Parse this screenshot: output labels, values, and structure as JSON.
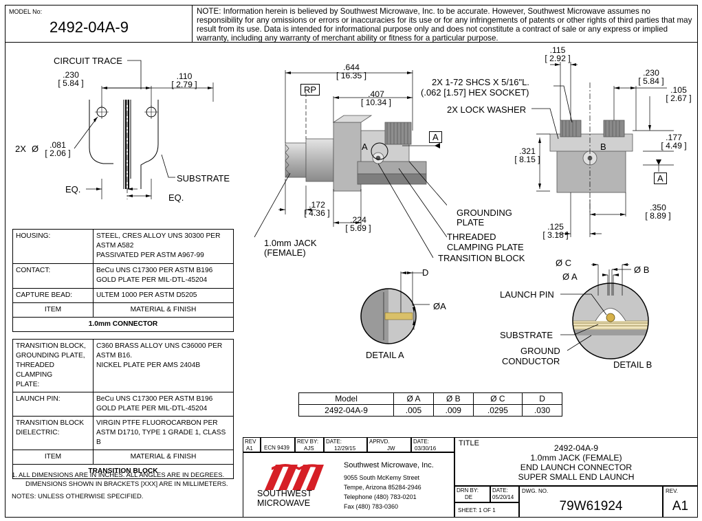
{
  "header": {
    "model_label": "MODEL No:",
    "model_number": "2492-04A-9",
    "note": "NOTE: Information herein is believed by Southwest Microwave, Inc. to be accurate. However, Southwest Microwave assumes no responsibility for any omissions or errors or inaccuracies for its use or for any infringements of patents or other rights of third parties that may result from its use.  Data is intended for informational purpose only and does not constitute a contract of sale or any express or implied warranty, including any warranty of merchant ability or fitness for a particular purpose."
  },
  "left_view": {
    "circuit_trace": "CIRCUIT TRACE",
    "dim_230_in": ".230",
    "dim_230_mm": "[ 5.84 ]",
    "dim_110_in": ".110",
    "dim_110_mm": "[ 2.79 ]",
    "hole_prefix": "2X",
    "hole_symbol": "Ø",
    "dim_081_in": ".081",
    "dim_081_mm": "[ 2.06 ]",
    "substrate": "SUBSTRATE",
    "eq_1": "EQ.",
    "eq_2": "EQ."
  },
  "center_view": {
    "dim_644_in": ".644",
    "dim_644_mm": "[ 16.35 ]",
    "dim_407_in": ".407",
    "dim_407_mm": "[ 10.34 ]",
    "rp": "RP",
    "datum_a_box": "A",
    "label_a": "A",
    "dim_172_in": ".172",
    "dim_172_mm": "[ 4.36 ]",
    "dim_224_in": ".224",
    "dim_224_mm": "[ 5.69 ]",
    "jack_1": "1.0mm JACK",
    "jack_2": "(FEMALE)",
    "grounding_1": "GROUNDING",
    "grounding_2": "PLATE",
    "threaded_1": "THREADED",
    "threaded_2": "CLAMPING PLATE",
    "transition_block": "TRANSITION BLOCK"
  },
  "right_view": {
    "dim_115_in": ".115",
    "dim_115_mm": "[ 2.92 ]",
    "shcs_1": "2X 1-72 SHCS X 5/16\"L.",
    "shcs_2": "(.062 [1.57] HEX SOCKET)",
    "lock_washer": "2X LOCK WASHER",
    "dim_230_in": ".230",
    "dim_230_mm": "[ 5.84 ]",
    "dim_105_in": ".105",
    "dim_105_mm": "[ 2.67 ]",
    "dim_321_in": ".321",
    "dim_321_mm": "[ 8.15 ]",
    "label_b": "B",
    "dim_177_in": ".177",
    "dim_177_mm": "[ 4.49 ]",
    "datum_a_box": "A",
    "dim_350_in": ".350",
    "dim_350_mm": "[ 8.89 ]",
    "dim_125_in": ".125",
    "dim_125_mm": "[ 3.18 ]"
  },
  "detail_a": {
    "label_d": "D",
    "label_dia_a": "ØA",
    "caption": "DETAIL A"
  },
  "detail_b": {
    "dia_c": "Ø C",
    "dia_a": "Ø A",
    "dia_b": "Ø B",
    "launch_pin": "LAUNCH PIN",
    "substrate": "SUBSTRATE",
    "ground_1": "GROUND",
    "ground_2": "CONDUCTOR",
    "caption": "DETAIL B"
  },
  "connector_table": {
    "rows": [
      {
        "item": "HOUSING:",
        "material": "STEEL, CRES ALLOY UNS 30300 PER ASTM A582\nPASSIVATED PER ASTM A967-99"
      },
      {
        "item": "CONTACT:",
        "material": "BeCu UNS C17300 PER ASTM B196\nGOLD PLATE PER MIL-DTL-45204"
      },
      {
        "item": "CAPTURE BEAD:",
        "material": "ULTEM 1000 PER ASTM D5205"
      }
    ],
    "col_item": "ITEM",
    "col_material": "MATERIAL & FINISH",
    "title": "1.0mm CONNECTOR"
  },
  "transition_table": {
    "rows": [
      {
        "item": "TRANSITION BLOCK,\nGROUNDING PLATE,\nTHREADED CLAMPING\nPLATE:",
        "material": "C360 BRASS ALLOY UNS C36000 PER ASTM B16.\nNICKEL PLATE PER AMS 2404B"
      },
      {
        "item": "LAUNCH PIN:",
        "material": "BeCu UNS C17300 PER ASTM B196\nGOLD PLATE PER MIL-DTL-45204"
      },
      {
        "item": "TRANSITION BLOCK\nDIELECTRIC:",
        "material": "VIRGIN PTFE FLUOROCARBON PER\nASTM D1710, TYPE 1 GRADE 1, CLASS B"
      }
    ],
    "col_item": "ITEM",
    "col_material": "MATERIAL & FINISH",
    "title": "TRANSITION BLOCK"
  },
  "dims_table": {
    "headers": [
      "Model",
      "Ø A",
      "Ø B",
      "Ø C",
      "D"
    ],
    "row": [
      "2492-04A-9",
      ".005",
      ".009",
      ".0295",
      ".030"
    ]
  },
  "notes": {
    "note_1a": "1.  ALL DIMENSIONS ARE IN INCHES.  ALL ANGLES ARE IN DEGREES.",
    "note_1b": "DIMENSIONS SHOWN IN BRACKETS [XXX] ARE IN MILLIMETERS.",
    "note_2": "NOTES: UNLESS OTHERWISE SPECIFIED."
  },
  "title_block": {
    "rev_lbl": "REV",
    "rev_val": "A1",
    "ecn": "ECN 9439",
    "rev_by_lbl": "REV BY:",
    "rev_by_val": "AJS",
    "date_lbl": "DATE:",
    "date_val": "12/29/15",
    "aprvd_lbl": "APRVD.",
    "aprvd_val": "JW",
    "date2_lbl": "DATE:",
    "date2_val": "03/30/16",
    "company": "Southwest Microwave, Inc.",
    "address_1": "9055 South McKemy Street",
    "address_2": "Tempe, Arizona 85284-2946",
    "phone": "Telephone (480) 783-0201",
    "fax": "Fax (480) 783-0360",
    "logo_1": "SOUTHWEST",
    "logo_2": "MICROWAVE",
    "title_lbl": "TITLE",
    "title_1": "2492-04A-9",
    "title_2": "1.0mm JACK (FEMALE)",
    "title_3": "END LAUNCH CONNECTOR",
    "title_4": "SUPER SMALL END LAUNCH",
    "drn_by_lbl": "DRN BY:",
    "drn_by_val": "DE",
    "drn_date_lbl": "DATE:",
    "drn_date_val": "05/20/14",
    "dwg_lbl": "DWG. NO.",
    "dwg_val": "79W61924",
    "rev2_lbl": "REV.",
    "rev2_val": "A1",
    "sheet": "SHEET: 1 OF 1"
  },
  "colors": {
    "logo_red": "#d61f26",
    "metal_light": "#cfcfcf",
    "metal_mid": "#a8a8a8",
    "metal_dark": "#6e6e6e",
    "gold": "#c9a227"
  }
}
